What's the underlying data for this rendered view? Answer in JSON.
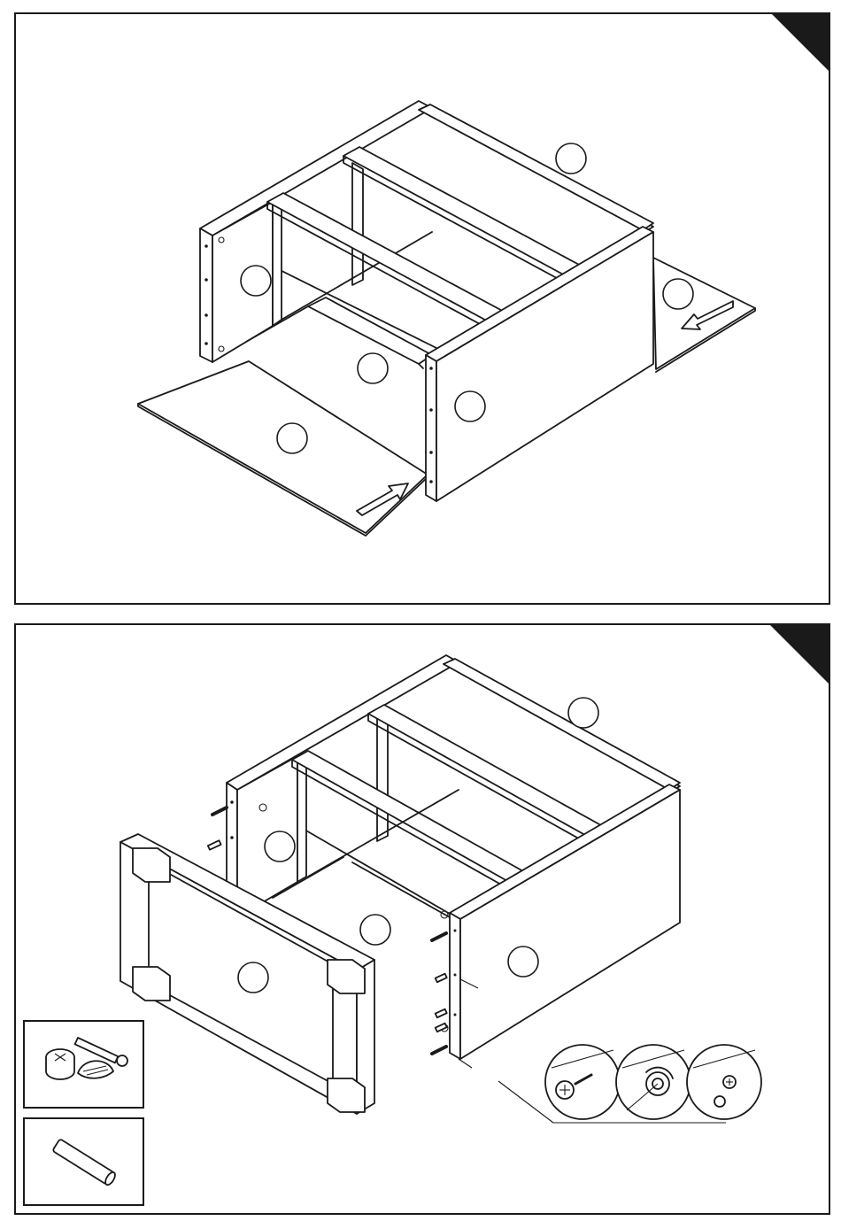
{
  "steps": [
    {
      "id": "step-upper",
      "callouts": [
        "",
        "",
        "",
        "",
        "",
        ""
      ],
      "arrows": [
        "insert-right-arrow",
        "insert-left-arrow"
      ]
    },
    {
      "id": "step-lower",
      "callouts": [
        "",
        "",
        "",
        "",
        ""
      ],
      "hardware": [
        "cam-lock-bolt-icon",
        "wooden-dowel-icon"
      ],
      "detail": [
        "cam-insert-detail",
        "cam-rotate-detail",
        "cam-locked-detail"
      ]
    }
  ],
  "colors": {
    "line": "#1a1a1a",
    "paper": "#ffffff"
  }
}
